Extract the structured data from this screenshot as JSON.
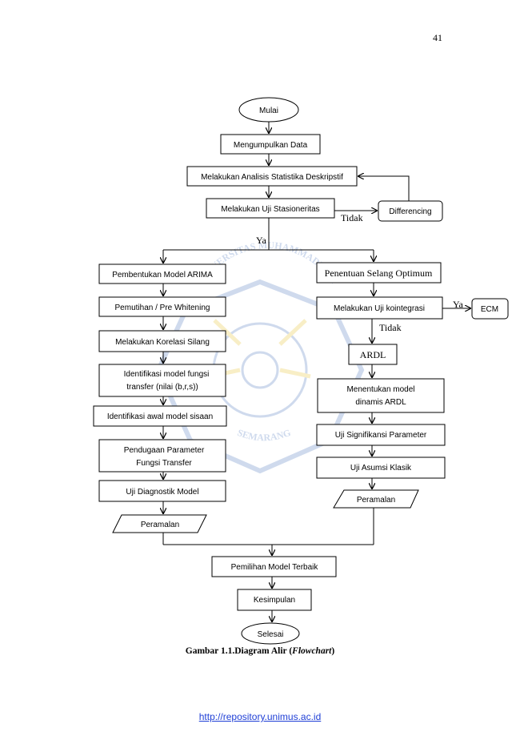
{
  "page_number": "41",
  "nodes": {
    "mulai": "Mulai",
    "mengumpulkan": "Mengumpulkan Data",
    "analisis": "Melakukan Analisis Statistika Deskripstif",
    "stasioneritas": "Melakukan Uji Stasioneritas",
    "differencing": "Differencing",
    "arima": "Pembentukan Model ARIMA",
    "pemutihan": "Pemutihan / Pre Whitening",
    "korelasi": "Melakukan Korelasi Silang",
    "identifikasi_1": "Identifikasi model fungsi",
    "identifikasi_2": "transfer (nilai (b,r,s))",
    "sisaan": "Identifikasi awal model sisaan",
    "pendugaan_1": "Pendugaan Parameter",
    "pendugaan_2": "Fungsi Transfer",
    "diagnostik": "Uji Diagnostik Model",
    "peramalan_left": "Peramalan",
    "selang": "Penentuan Selang Optimum",
    "kointegrasi": "Melakukan Uji kointegrasi",
    "ecm": "ECM",
    "ardl": "ARDL",
    "menentukan_1": "Menentukan model",
    "menentukan_2": "dinamis ARDL",
    "signifikansi": "Uji Signifikansi Parameter",
    "asumsi": "Uji Asumsi Klasik",
    "peramalan_right": "Peramalan",
    "pemilihan": "Pemilihan Model Terbaik",
    "kesimpulan": "Kesimpulan",
    "selesai": "Selesai"
  },
  "edge_labels": {
    "tidak_1": "Tidak",
    "ya_1": "Ya",
    "ya_2": "Ya",
    "tidak_2": "Tidak"
  },
  "watermark": {
    "text_top": "UNIVERSITAS MUHAMMADIYAH",
    "text_bottom": "SEMARANG",
    "color": "#2a5db0",
    "accent": "#e0b400"
  },
  "caption": {
    "main": "Gambar 1.1.Diagram Alir (",
    "italic": "Flowchart",
    "end": ")"
  },
  "footer_link": "http://repository.unimus.ac.id"
}
